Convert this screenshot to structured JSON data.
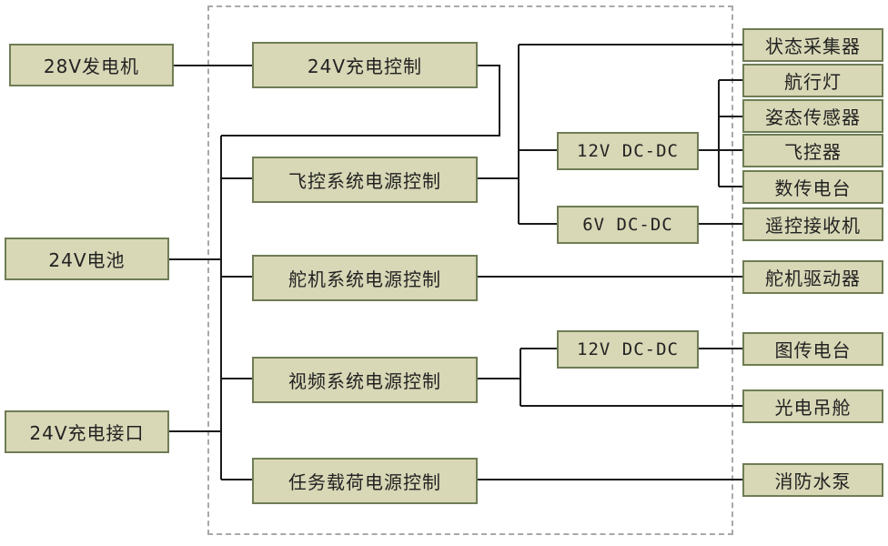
{
  "sources": {
    "generator": "28V发电机",
    "battery": "24V电池",
    "charge_port": "24V充电接口"
  },
  "controllers": {
    "charge": "24V充电控制",
    "flight_power": "飞控系统电源控制",
    "servo_power": "舵机系统电源控制",
    "video_power": "视频系统电源控制",
    "payload_power": "任务载荷电源控制"
  },
  "converters": {
    "flight_12v": "12V DC-DC",
    "flight_6v": "6V DC-DC",
    "video_12v": "12V DC-DC"
  },
  "loads": {
    "status_collector": "状态采集器",
    "nav_light": "航行灯",
    "attitude_sensor": "姿态传感器",
    "flight_controller": "飞控器",
    "data_radio": "数传电台",
    "rc_receiver": "遥控接收机",
    "servo_driver": "舵机驱动器",
    "image_radio": "图传电台",
    "eo_pod": "光电吊舱",
    "fire_pump": "消防水泵"
  }
}
